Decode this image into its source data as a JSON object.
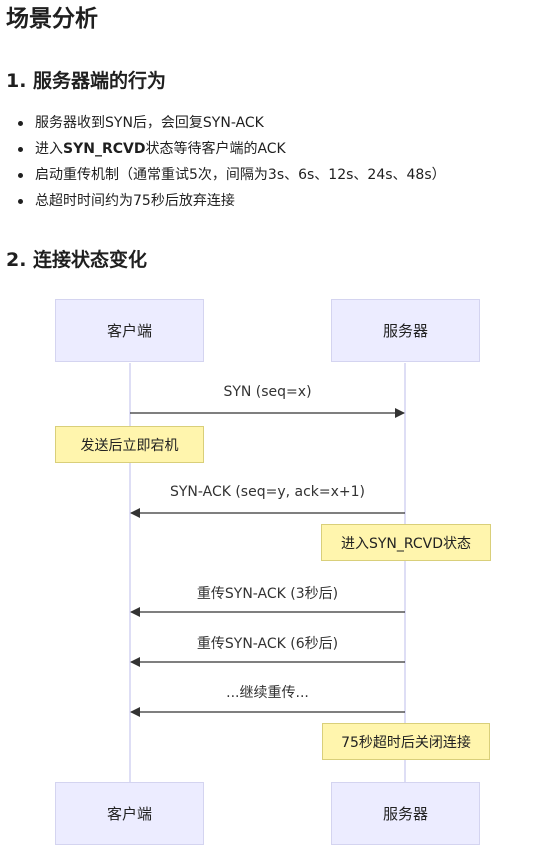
{
  "title": "场景分析",
  "section1": {
    "heading": "1. 服务器端的行为",
    "bullets": [
      {
        "pre": "服务器收到SYN后，会回复SYN-ACK",
        "bold": "",
        "post": ""
      },
      {
        "pre": "进入",
        "bold": "SYN_RCVD",
        "post": "状态等待客户端的ACK"
      },
      {
        "pre": "启动重传机制（通常重试5次，间隔为3s、6s、12s、24s、48s）",
        "bold": "",
        "post": ""
      },
      {
        "pre": "总超时时间约为75秒后放弃连接",
        "bold": "",
        "post": ""
      }
    ]
  },
  "section2": {
    "heading": "2. 连接状态变化"
  },
  "diagram": {
    "actors": {
      "client": "客户端",
      "server": "服务器"
    },
    "messages": [
      {
        "label": "SYN (seq=x)",
        "direction": "right"
      },
      {
        "label": "SYN-ACK (seq=y, ack=x+1)",
        "direction": "left"
      },
      {
        "label": "重传SYN-ACK (3秒后)",
        "direction": "left"
      },
      {
        "label": "重传SYN-ACK (6秒后)",
        "direction": "left"
      },
      {
        "label": "...继续重传...",
        "direction": "left"
      }
    ],
    "notes": [
      {
        "text": "发送后立即宕机",
        "side": "client"
      },
      {
        "text": "进入SYN_RCVD状态",
        "side": "server"
      },
      {
        "text": "75秒超时后关闭连接",
        "side": "server"
      }
    ]
  },
  "colors": {
    "actor_fill": "#ececff",
    "actor_border": "#d4d4f0",
    "note_fill": "#fff5ad",
    "note_border": "#d9cf7a",
    "lifeline": "#c9c9ee",
    "arrow": "#333333"
  }
}
